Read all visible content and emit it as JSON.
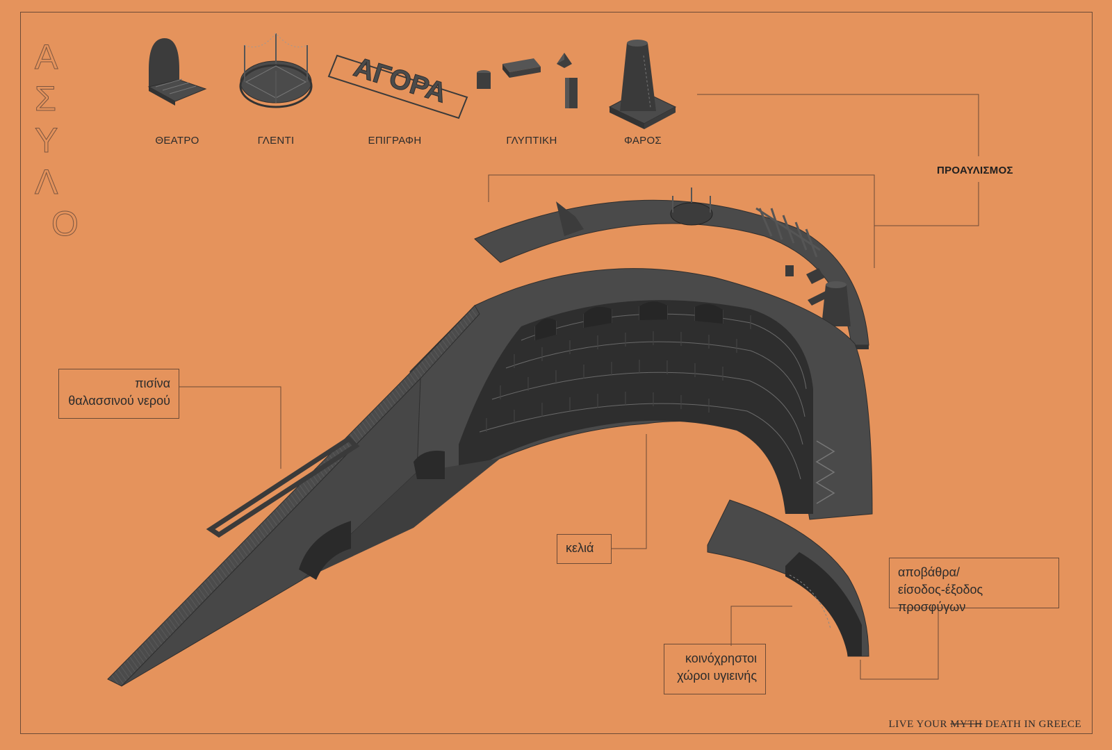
{
  "title_letters": [
    "Α",
    "Σ",
    "Υ",
    "Λ",
    "Ο"
  ],
  "equipment": [
    {
      "label": "ΘΕΑΤΡΟ"
    },
    {
      "label": "ΓΛΕΝΤΙ"
    },
    {
      "label": "ΕΠΙΓΡΑΦΗ"
    },
    {
      "label": "ΓΛΥΠΤΙΚΗ"
    },
    {
      "label": "ΦΑΡΟΣ"
    }
  ],
  "group_label": "ΠΡΟΑΥΛΙΣΜΟΣ",
  "callouts": {
    "pool": [
      "πισίνα",
      "θαλασσινού νερού"
    ],
    "cells": [
      "κελιά"
    ],
    "dock": [
      "αποβάθρα/",
      "είσοδος-έξοδος προσφύγων"
    ],
    "sanitary": [
      "κοινόχρηστοι",
      "χώροι υγιεινής"
    ]
  },
  "signage_text": "ΑΓΟΡΑ",
  "slogan": {
    "prefix": "LIVE YOUR",
    "struck": "MYTH",
    "suffix": "DEATH IN GREECE"
  },
  "colors": {
    "background": "#E5935C",
    "structure": "#4a4a4a",
    "structure_dark": "#2e2e2e",
    "line": "#6b4a36"
  }
}
